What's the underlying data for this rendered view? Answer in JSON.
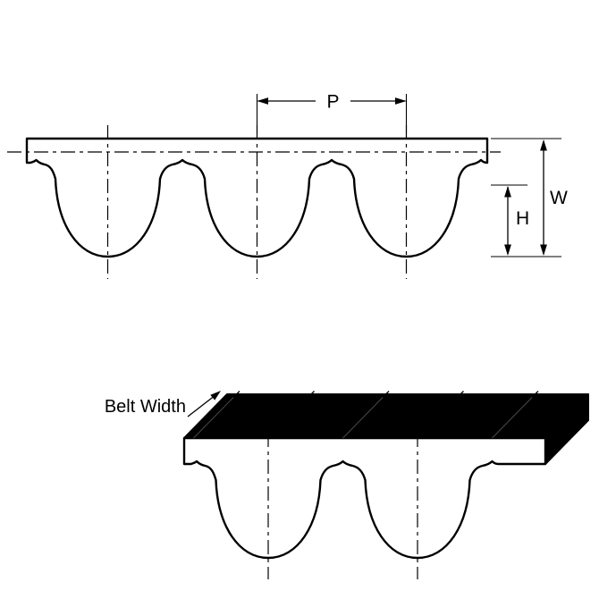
{
  "diagram": {
    "labels": {
      "pitch": "P",
      "width": "W",
      "height": "H",
      "belt_width": "Belt Width"
    },
    "colors": {
      "line": "#000000",
      "belt_fill": "#ffffff",
      "solid_face_fill": "#000000",
      "background": "#ffffff"
    }
  }
}
